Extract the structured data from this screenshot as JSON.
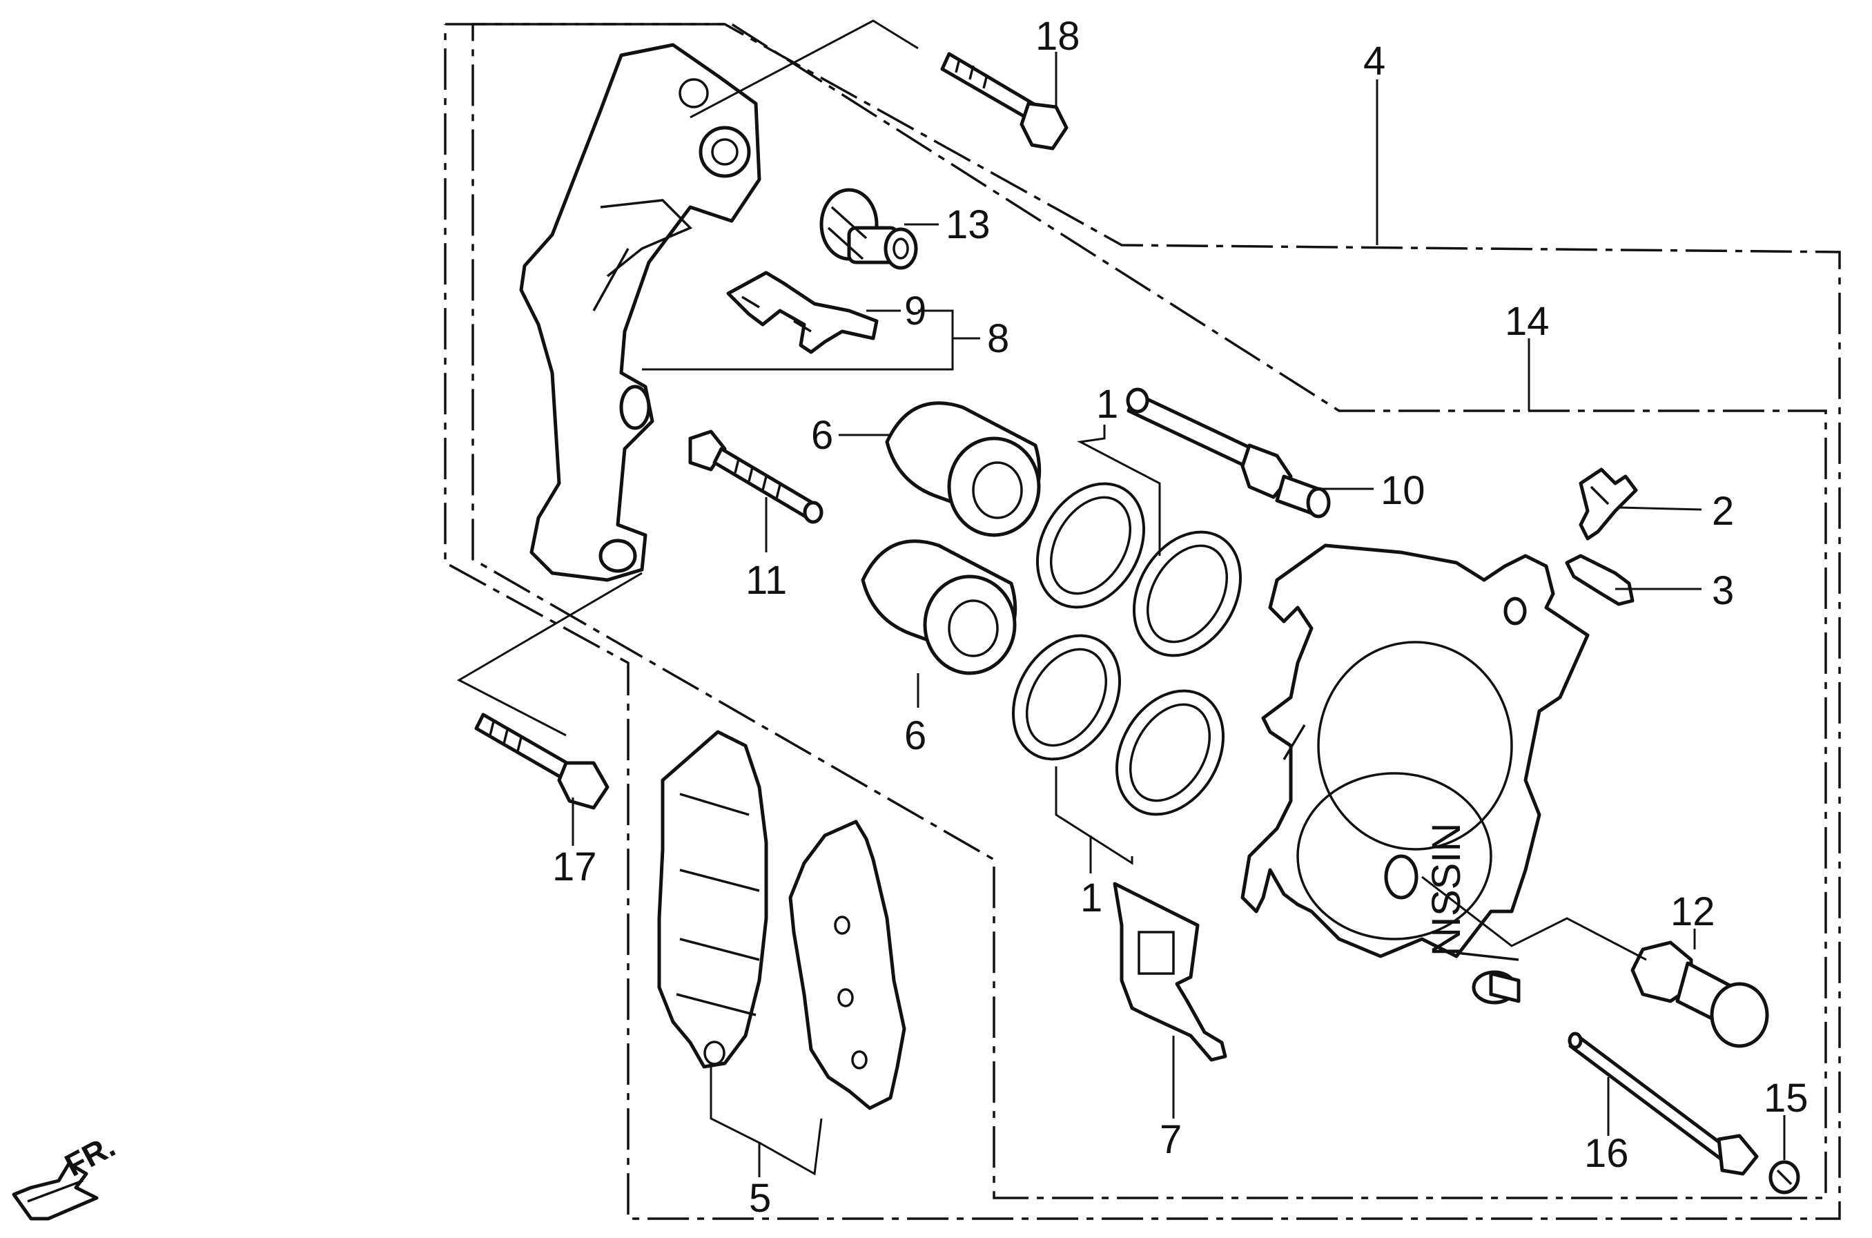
{
  "labels": {
    "l1a": "1",
    "l1b": "1",
    "l2": "2",
    "l3": "3",
    "l4": "4",
    "l5": "5",
    "l6a": "6",
    "l6b": "6",
    "l7": "7",
    "l8": "8",
    "l9": "9",
    "l10": "10",
    "l11": "11",
    "l12": "12",
    "l13": "13",
    "l14": "14",
    "l15": "15",
    "l16": "16",
    "l17": "17",
    "l18": "18"
  },
  "direction": "FR.",
  "brand_mark": "NISSIN"
}
